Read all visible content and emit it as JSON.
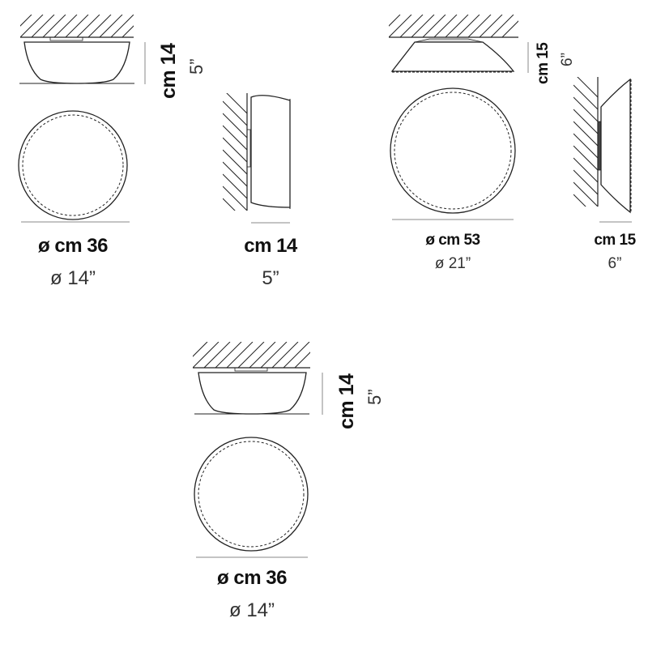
{
  "figures": {
    "ceiling_small_top": {
      "diameter_metric": "ø cm 36",
      "diameter_imperial": "ø 14”",
      "height_metric": "cm 14",
      "height_imperial": "5”"
    },
    "wall_small": {
      "depth_metric": "cm 14",
      "depth_imperial": "5”"
    },
    "ceiling_large": {
      "diameter_metric": "ø cm 53",
      "diameter_imperial": "ø 21”",
      "height_metric": "cm 15",
      "height_imperial": "6”"
    },
    "wall_large": {
      "depth_metric": "cm 15",
      "depth_imperial": "6”"
    },
    "ceiling_small_bottom": {
      "diameter_metric": "ø cm 36",
      "diameter_imperial": "ø 14”",
      "height_metric": "cm 14",
      "height_imperial": "5”"
    }
  },
  "colors": {
    "line": "#222222",
    "dim": "#888888"
  }
}
